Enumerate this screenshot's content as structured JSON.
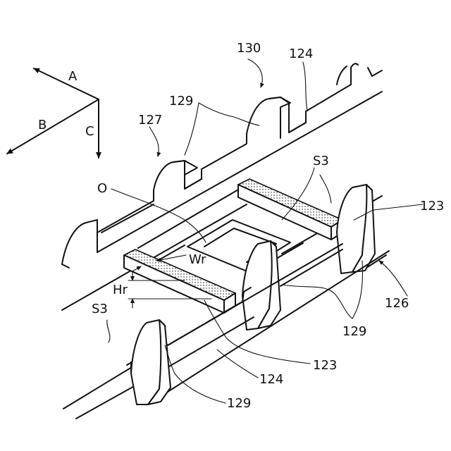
{
  "colors": {
    "ink": "#111111",
    "paper": "#ffffff"
  },
  "axes": {
    "a": "A",
    "b": "B",
    "c": "C"
  },
  "refs": {
    "r130": "130",
    "r124_top": "124",
    "r129_top": "129",
    "r127": "127",
    "r_o": "O",
    "r_s3_right": "S3",
    "r123_right": "123",
    "r_wr": "Wr",
    "r_hr": "Hr",
    "r_s3_left": "S3",
    "r126": "126",
    "r129_mid": "129",
    "r123_bottom": "123",
    "r124_bottom": "124",
    "r129_bottom": "129"
  }
}
